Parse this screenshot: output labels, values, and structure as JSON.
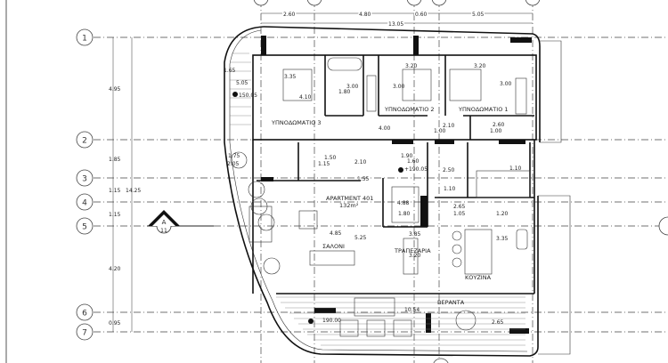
{
  "plan": {
    "grid_rows": [
      "1",
      "2",
      "3",
      "4",
      "5",
      "6",
      "7"
    ],
    "section_marker": {
      "letter": "A",
      "sheet": "11"
    },
    "top_dims": [
      "2.60",
      "4.80",
      "0.60",
      "5.05"
    ],
    "top_total": "13.05",
    "left_dims": [
      "4.95",
      "1.85",
      "1.15",
      "1.15",
      "4.20",
      "0.95"
    ],
    "left_total": "14.25",
    "rooms": {
      "bedroom3": "ΥΠΝΟΔΩΜΑΤΙΟ 3",
      "bedroom2": "ΥΠΝΟΔΩΜΑΤΙΟ 2",
      "bedroom1": "ΥΠΝΟΔΩΜΑΤΙΟ 1",
      "apartment": "APARTMENT 401",
      "area": "132m²",
      "living": "ΣΑΛΟΝΙ",
      "dining": "ΤΡΑΠΕΖΑΡΙΑ",
      "kitchen": "ΚΟΥΖΙΝΑ",
      "veranda": "ΒΕΡΑΝΤΑ"
    },
    "dims": [
      "3.35",
      "4.10",
      "3.00",
      "1.80",
      "3.20",
      "3.20",
      "3.00",
      "3.00",
      "4.00",
      "2.10",
      "1.00",
      "2.60",
      "1.00",
      "1.65",
      "5.05",
      "150.05",
      "1.75",
      "2.05",
      "1.50",
      "1.15",
      "2.10",
      "1.55",
      "1.90",
      "1.60",
      "+190.05",
      "2.50",
      "1.10",
      "1.10",
      "4.88",
      "1.80",
      "2.65",
      "1.05",
      "1.20",
      "4.85",
      "5.25",
      "3.85",
      "3.20",
      "3.35",
      "10.54",
      "2.65",
      "190.00"
    ]
  }
}
